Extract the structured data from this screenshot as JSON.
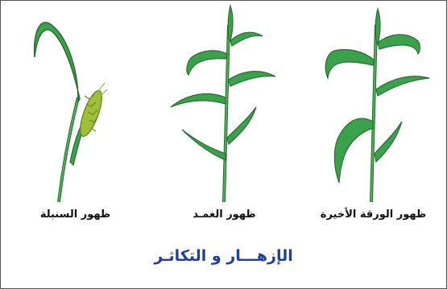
{
  "stages": [
    {
      "label": "ظهور السنبلة"
    },
    {
      "label": "ظهور الغمـد"
    },
    {
      "label": "ظهور الورقة الأخيرة"
    }
  ],
  "caption": "الإزهـــار و التكاثـر",
  "colors": {
    "leaf": "#3aa24a",
    "leaf_dark": "#2b6b32",
    "spike": "#9fbf3a",
    "caption": "#1f3fa0"
  },
  "icons": [
    "wheat-plant-spike-icon",
    "wheat-plant-sheath-icon",
    "wheat-plant-flag-leaf-icon"
  ]
}
